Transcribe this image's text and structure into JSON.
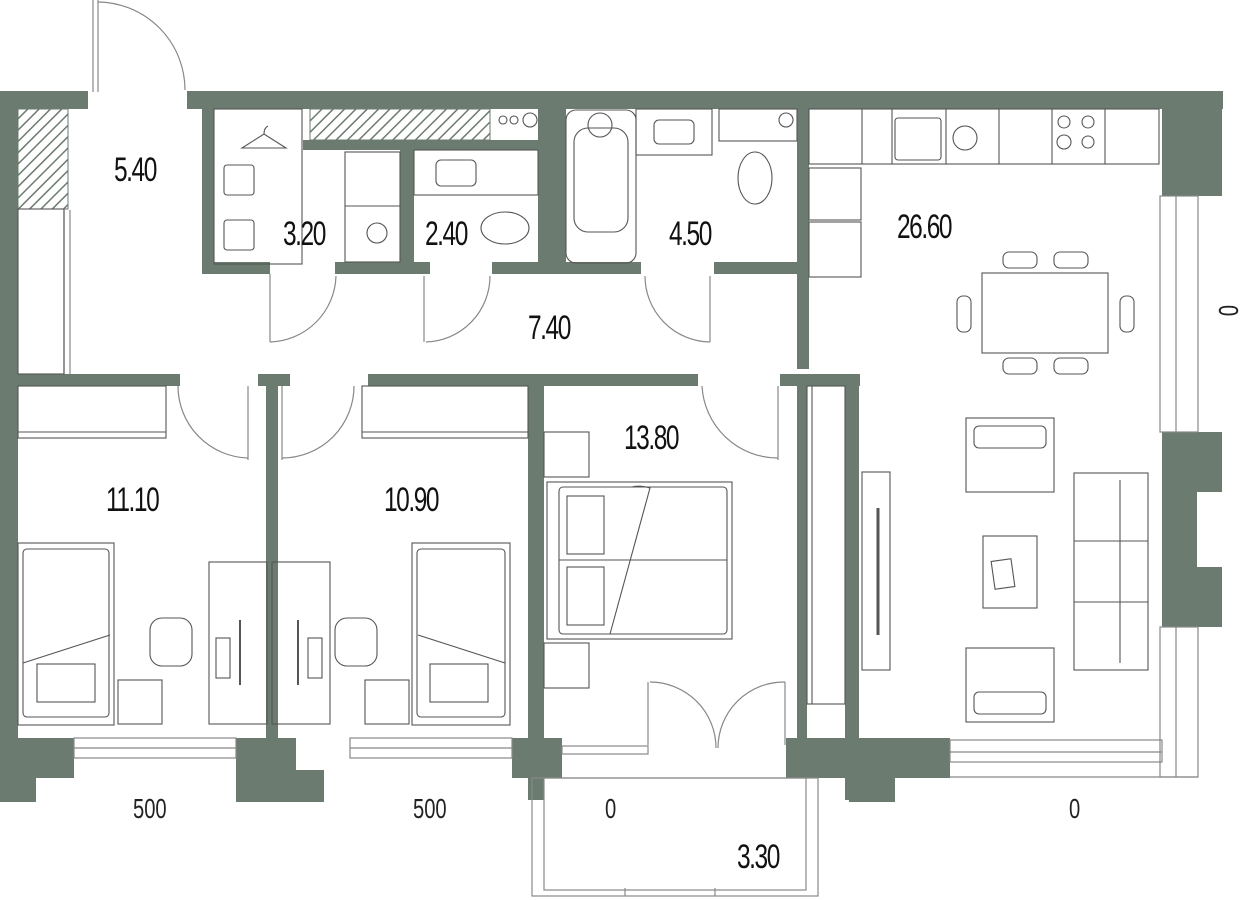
{
  "plan": {
    "wall_color": "#6b7b6f",
    "line_color": "#555555",
    "rooms": [
      {
        "id": "hall",
        "name": "hall",
        "area": "5.40"
      },
      {
        "id": "laundry",
        "name": "laundry-closet",
        "area": "3.20"
      },
      {
        "id": "wc",
        "name": "wc",
        "area": "2.40"
      },
      {
        "id": "bathroom",
        "name": "bathroom",
        "area": "4.50"
      },
      {
        "id": "kitchen-living",
        "name": "kitchen-living-room",
        "area": "26.60"
      },
      {
        "id": "corridor",
        "name": "corridor",
        "area": "7.40"
      },
      {
        "id": "bedroom-1",
        "name": "bedroom-left",
        "area": "11.10"
      },
      {
        "id": "bedroom-2",
        "name": "bedroom-middle",
        "area": "10.90"
      },
      {
        "id": "master-bedroom",
        "name": "master-bedroom",
        "area": "13.80"
      },
      {
        "id": "balcony",
        "name": "balcony",
        "area": "3.30"
      }
    ],
    "dimensions": {
      "bottom_left": "500",
      "bottom_mid": "500",
      "bottom_balcony": "0",
      "bottom_right": "0",
      "right_side": "0"
    }
  }
}
